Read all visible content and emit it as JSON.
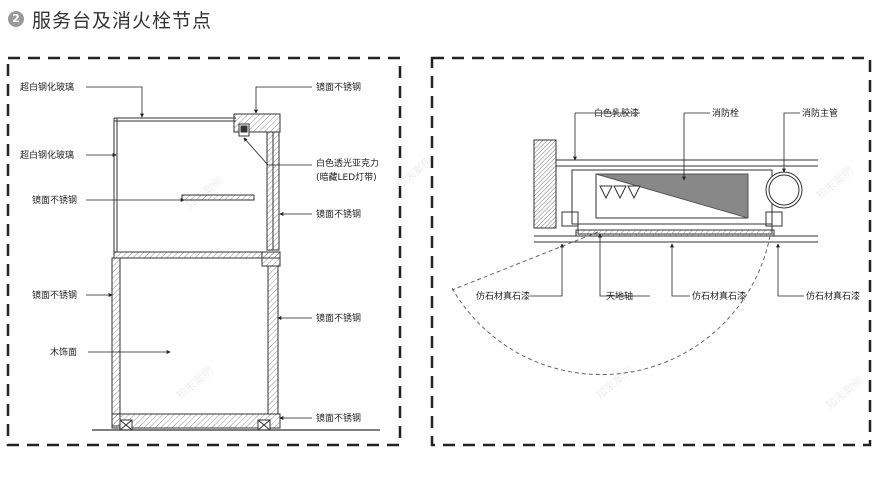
{
  "header": {
    "badge": "2",
    "title": "服务台及消火栓节点"
  },
  "left_panel": {
    "labels": {
      "glass_top": "超白钢化玻璃",
      "glass_side": "超白钢化玻璃",
      "mirror_steel_shelf": "镜面不锈钢",
      "mirror_steel_left_mid": "镜面不锈钢",
      "wood_finish": "木饰面",
      "mirror_steel_top_right": "镜面不锈钢",
      "acrylic": "白色透光亚克力",
      "acrylic_note": "(暗藏LED灯带)",
      "mirror_steel_right_upper": "镜面不锈钢",
      "mirror_steel_right_lower": "镜面不锈钢",
      "mirror_steel_bottom": "镜面不锈钢"
    }
  },
  "right_panel": {
    "labels": {
      "latex_paint": "白色乳胶漆",
      "hydrant": "消防栓",
      "fire_main": "消防主管",
      "stone_paint_left": "仿石材真石漆",
      "floor_spring": "天地轴",
      "stone_paint_mid": "仿石材真石漆",
      "stone_paint_right": "仿石材真石漆"
    }
  },
  "watermark": "知末案例"
}
